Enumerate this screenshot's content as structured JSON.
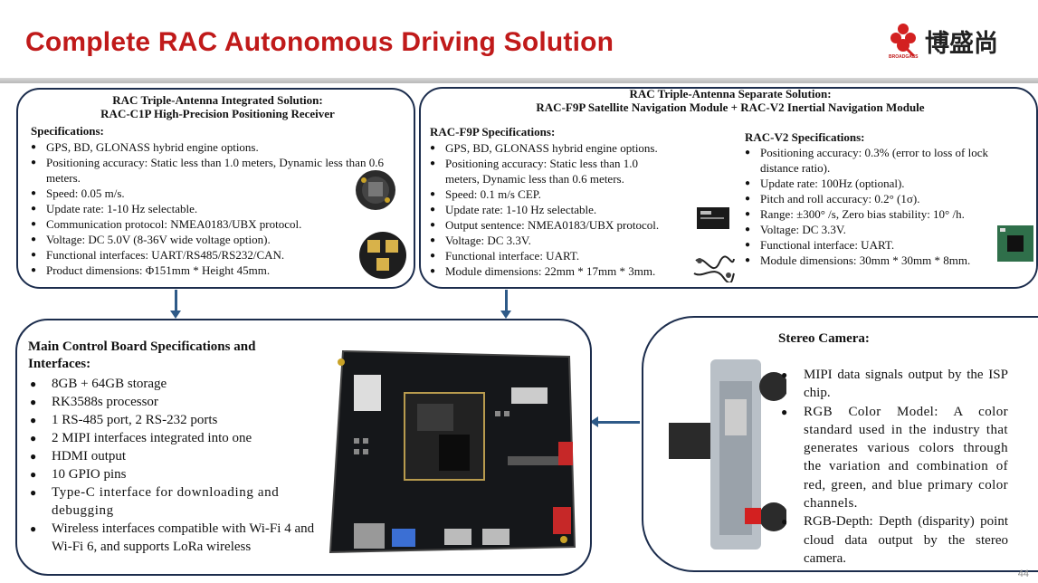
{
  "header": {
    "title": "Complete RAC Autonomous Driving Solution",
    "logo_text": "博盛尚",
    "logo_subtext": "BROADGASS",
    "title_color": "#c01a1a"
  },
  "box1": {
    "heading_line1": "RAC Triple-Antenna Integrated Solution:",
    "heading_line2": "RAC-C1P High-Precision Positioning Receiver",
    "spec_title": "Specifications:",
    "items": [
      "GPS, BD, GLONASS hybrid engine options.",
      "Positioning accuracy: Static less than 1.0 meters, Dynamic less than 0.6 meters.",
      "Speed: 0.05 m/s.",
      "Update rate: 1-10 Hz selectable.",
      "Communication protocol: NMEA0183/UBX protocol.",
      "Voltage: DC 5.0V (8-36V wide voltage option).",
      "Functional interfaces: UART/RS485/RS232/CAN.",
      "Product dimensions: Φ151mm * Height 45mm."
    ]
  },
  "box2": {
    "heading_line1": "RAC Triple-Antenna Separate Solution:",
    "heading_line2": "RAC-F9P Satellite Navigation Module + RAC-V2 Inertial Navigation Module",
    "left_title": "RAC-F9P Specifications:",
    "left_items": [
      "GPS, BD, GLONASS hybrid engine options.",
      "Positioning accuracy: Static less than 1.0 meters, Dynamic less than 0.6 meters.",
      "Speed: 0.1 m/s CEP.",
      "Update rate: 1-10 Hz selectable.",
      "Output sentence: NMEA0183/UBX protocol.",
      "Voltage: DC 3.3V.",
      "Functional interface: UART.",
      "Module dimensions: 22mm * 17mm * 3mm."
    ],
    "right_title": "RAC-V2 Specifications:",
    "right_items": [
      "Positioning accuracy: 0.3% (error to loss of lock distance ratio).",
      "Update rate: 100Hz (optional).",
      "Pitch and roll accuracy: 0.2° (1σ).",
      "Range: ±300° /s, Zero bias stability: 10° /h.",
      "Voltage: DC 3.3V.",
      "Functional interface: UART.",
      "Module dimensions: 30mm * 30mm * 8mm."
    ]
  },
  "box3": {
    "title_line1": "Main Control Board Specifications and",
    "title_line2": "Interfaces:",
    "items": [
      "8GB + 64GB storage",
      "RK3588s processor",
      "1 RS-485 port, 2 RS-232 ports",
      "2 MIPI interfaces integrated into one",
      "HDMI output",
      "10 GPIO pins",
      "Type-C interface for downloading and debugging",
      "Wireless interfaces compatible with Wi-Fi 4 and Wi-Fi 6, and supports LoRa wireless"
    ]
  },
  "box4": {
    "title": "Stereo Camera:",
    "items": [
      "MIPI data signals output by the ISP chip.",
      "RGB Color Model: A color standard used in the industry that generates various colors through the variation and combination of red, green, and blue primary color channels.",
      "RGB-Depth: Depth (disparity) point cloud data output by the stereo camera."
    ]
  },
  "page_number": "44",
  "colors": {
    "border": "#1c2d4d",
    "arrow": "#2e5a88",
    "accent": "#c01a1a"
  }
}
